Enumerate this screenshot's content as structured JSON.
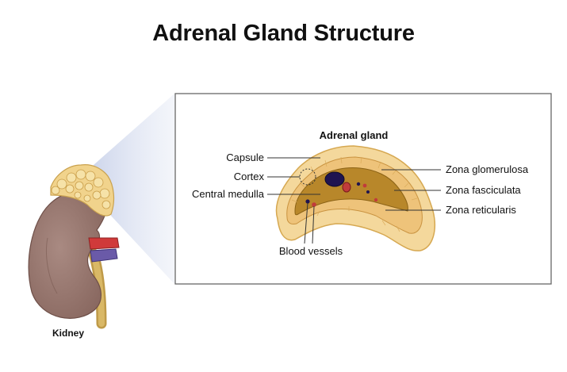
{
  "title": "Adrenal Gland Structure",
  "kidney_label": "Kidney",
  "inset_title": "Adrenal gland",
  "labels": {
    "capsule": "Capsule",
    "cortex": "Cortex",
    "central_medulla": "Central medulla",
    "zona_glomerulosa": "Zona glomerulosa",
    "zona_fasciculata": "Zona fasciculata",
    "zona_reticularis": "Zona reticularis",
    "blood_vessels": "Blood vessels"
  },
  "colors": {
    "kidney": "#9c7b73",
    "adrenal": "#f3d79a",
    "cortex_layer": "#e9bf77",
    "medulla": "#b88a26",
    "artery": "#d03a3a",
    "vein": "#6a5aa8",
    "ureter": "#d6b25e",
    "vessel_dark": "#1f1450"
  }
}
